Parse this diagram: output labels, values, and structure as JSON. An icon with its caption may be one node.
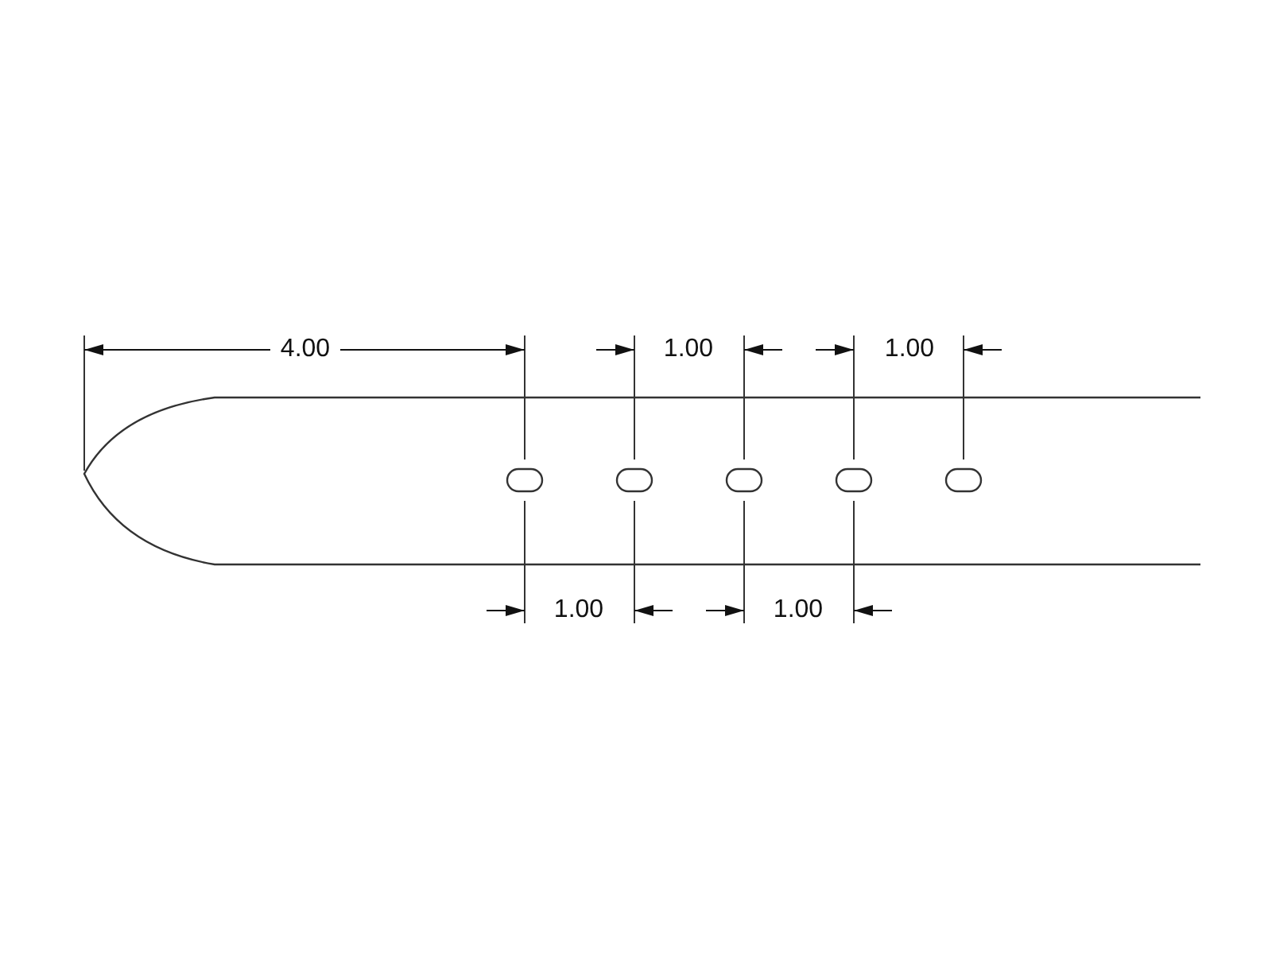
{
  "diagram": {
    "labels": [
      "4.00",
      "1.00",
      "1.00",
      "1.00",
      "1.00"
    ]
  }
}
